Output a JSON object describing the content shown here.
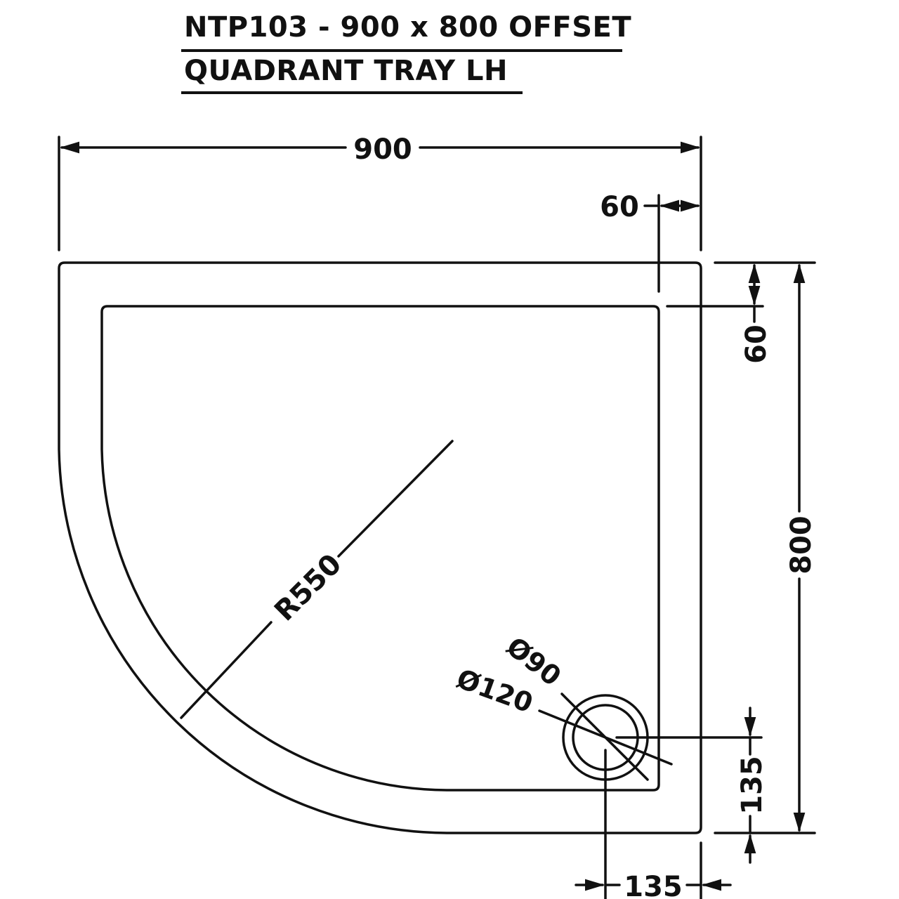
{
  "title": {
    "line1": "NTP103 - 900 x 800 OFFSET",
    "line2": "QUADRANT TRAY LH"
  },
  "dimensions": {
    "overall_width": "900",
    "overall_depth": "800",
    "rim_width_side": "60",
    "rim_width_back": "60",
    "radius": "R550",
    "waste_inner_diameter": "Ø90",
    "waste_outer_diameter": "Ø120",
    "waste_offset_from_side": "135",
    "waste_offset_from_front": "135"
  },
  "colors": {
    "line": "#111111",
    "background": "#ffffff"
  }
}
